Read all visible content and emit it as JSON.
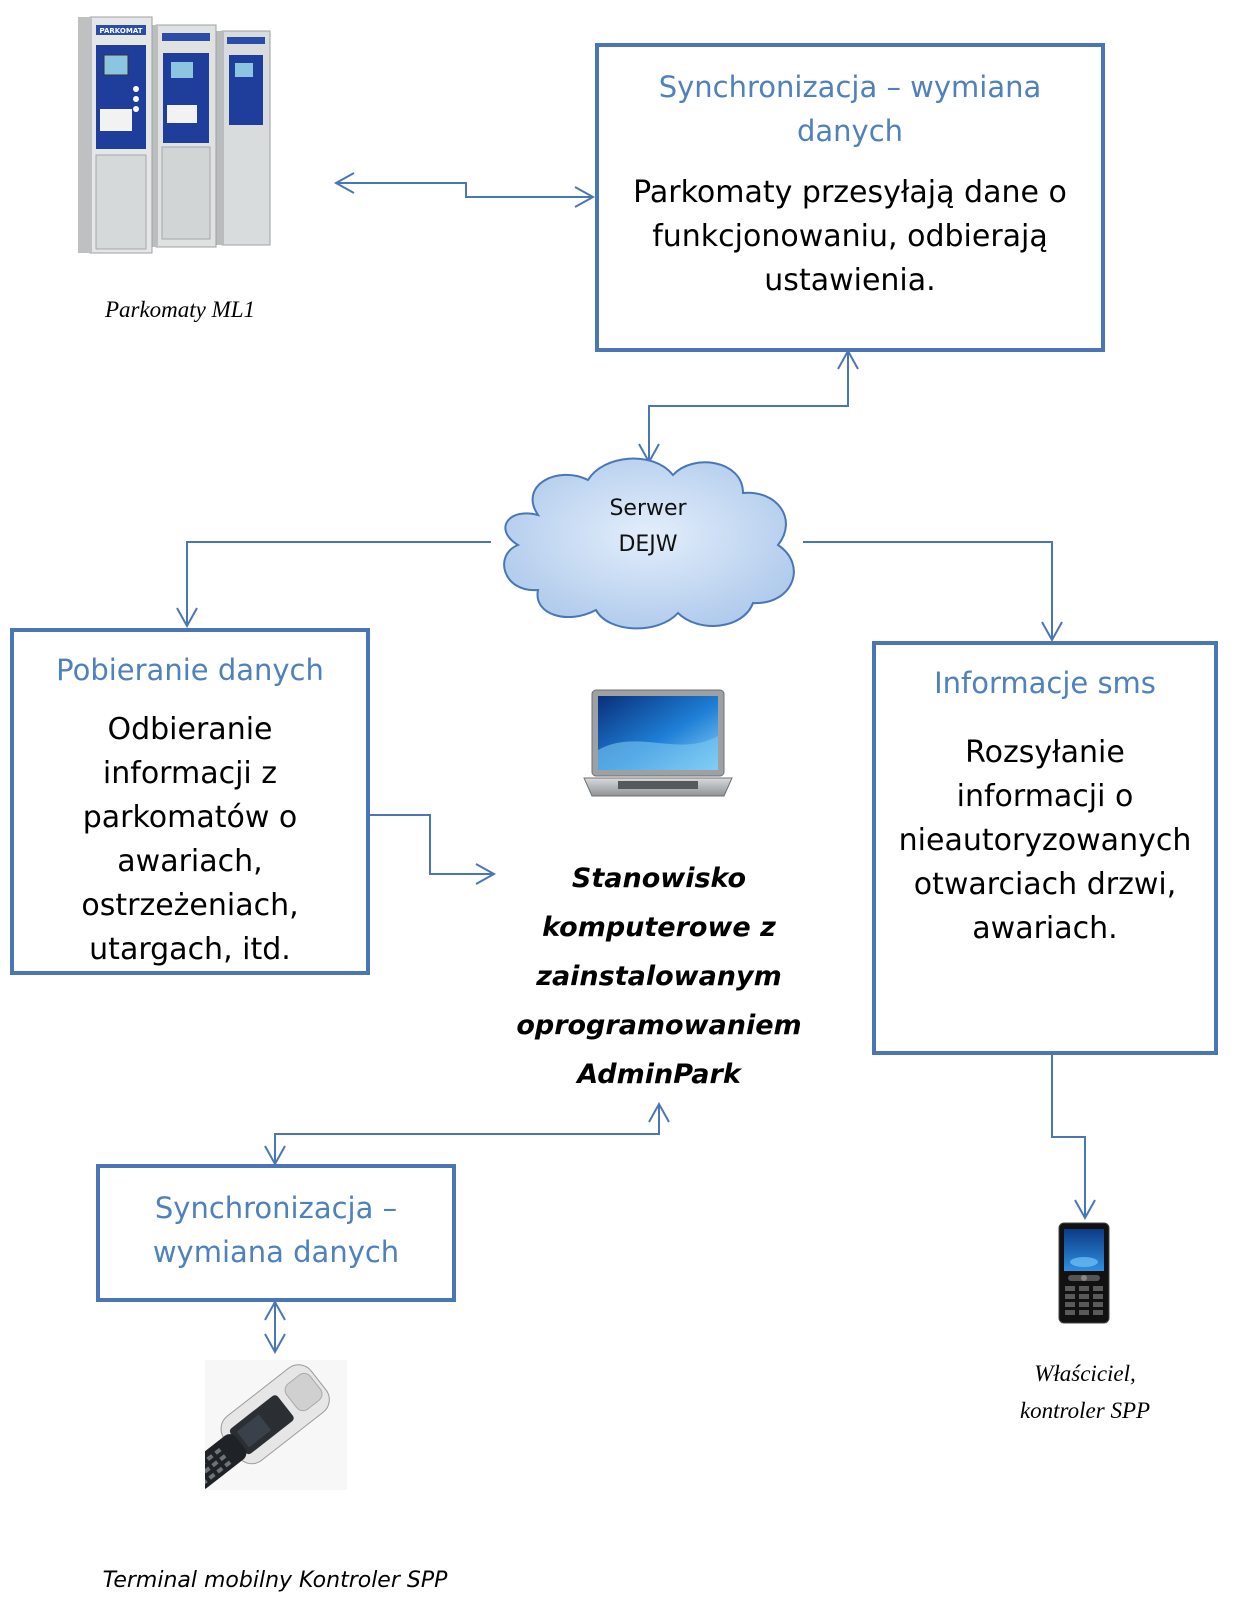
{
  "parking_meters": {
    "caption": "Parkomaty ML1",
    "icon": "parking-meter-icon",
    "panel_label": "PARKOMAT"
  },
  "sync_top": {
    "title": [
      "Synchronizacja – wymiana",
      "danych"
    ],
    "body": [
      "Parkomaty przesyłają dane o",
      "funkcjonowaniu, odbierają",
      "ustawienia."
    ]
  },
  "server": {
    "lines": [
      "Serwer",
      "DEJW"
    ],
    "icon": "cloud-icon"
  },
  "download": {
    "title": "Pobieranie danych",
    "body": [
      "Odbieranie",
      "informacji z",
      "parkomatów o",
      "awariach,",
      "ostrzeżeniach,",
      "utargach, itd."
    ]
  },
  "workstation": {
    "icon": "laptop-icon",
    "lines": [
      "Stanowisko",
      "komputerowe z",
      "zainstalowanym",
      "oprogramowaniem",
      "AdminPark"
    ]
  },
  "sms": {
    "title": "Informacje sms",
    "body": [
      "Rozsyłanie",
      "informacji o",
      "nieautoryzowanych",
      "otwarciach drzwi,",
      "awariach."
    ]
  },
  "sync_bottom": {
    "title": [
      "Synchronizacja –",
      "wymiana danych"
    ]
  },
  "terminal": {
    "caption": "Terminal mobilny Kontroler SPP",
    "icon": "mobile-terminal-icon"
  },
  "owner": {
    "caption": [
      "Właściciel,",
      "kontroler SPP"
    ],
    "icon": "mobile-phone-icon"
  },
  "colors": {
    "connector": "#4a76b8",
    "box_border": "#4a76b8",
    "title_text": "#4f81bd",
    "cloud_fill": "#c6d9f1"
  }
}
